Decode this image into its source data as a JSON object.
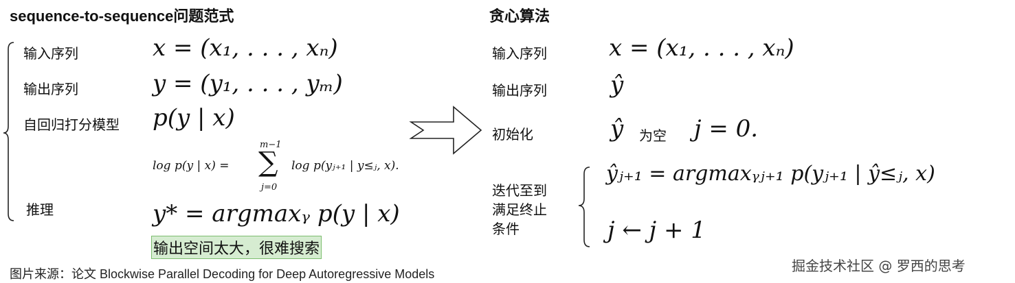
{
  "left": {
    "title": "sequence-to-sequence问题范式",
    "labels": {
      "input": "输入序列",
      "output": "输出序列",
      "model": "自回归打分模型",
      "infer": "推理"
    },
    "formulas": {
      "x": "x = (x₁, . . . , xₙ)",
      "y": "y = (y₁, . . . , yₘ)",
      "p": "p(y | x)",
      "sum_top": "m−1",
      "sum_bottom": "j=0",
      "sum_lhs": "log p(y | x) =",
      "sum_rhs": "log p(yⱼ₊₁ | y≤ⱼ, x).",
      "infer": "y* = argmaxᵧ p(y | x)"
    },
    "note": "输出空间太大，很难搜索"
  },
  "right": {
    "title": "贪心算法",
    "labels": {
      "input": "输入序列",
      "output": "输出序列",
      "init": "初始化",
      "iter_line1": "迭代至到",
      "iter_line2": "满足终止",
      "iter_line3": "条件",
      "init_mid": "为空"
    },
    "formulas": {
      "x": "x = (x₁, . . . , xₙ)",
      "yhat": "ŷ",
      "init_yhat": "ŷ",
      "init_j": "j = 0.",
      "iter1": "ŷⱼ₊₁ =  argmaxᵧⱼ₊₁ p(yⱼ₊₁ | ŷ≤ⱼ, x)",
      "iter2": "j ← j + 1"
    }
  },
  "caption": "图片来源：论文 Blockwise Parallel Decoding for Deep Autoregressive Models",
  "watermark": "掘金技术社区 @ 罗西的思考"
}
